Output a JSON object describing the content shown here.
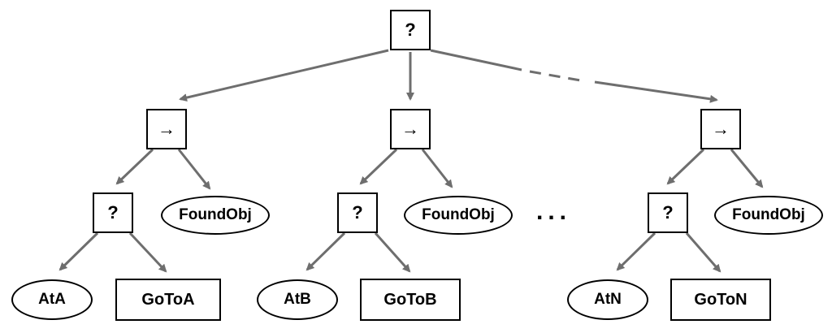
{
  "nodes": {
    "root": "?",
    "seq_a": "→",
    "seq_b": "→",
    "seq_n": "→",
    "fallback_a": "?",
    "fallback_b": "?",
    "fallback_n": "?",
    "found_a": "FoundObj",
    "found_b": "FoundObj",
    "found_n": "FoundObj",
    "at_a": "AtA",
    "at_b": "AtB",
    "at_n": "AtN",
    "goto_a": "GoToA",
    "goto_b": "GoToB",
    "goto_n": "GoToN"
  },
  "ellipsis": "...",
  "colors": {
    "edge": "#6e6e6e",
    "node_border": "#000000"
  }
}
